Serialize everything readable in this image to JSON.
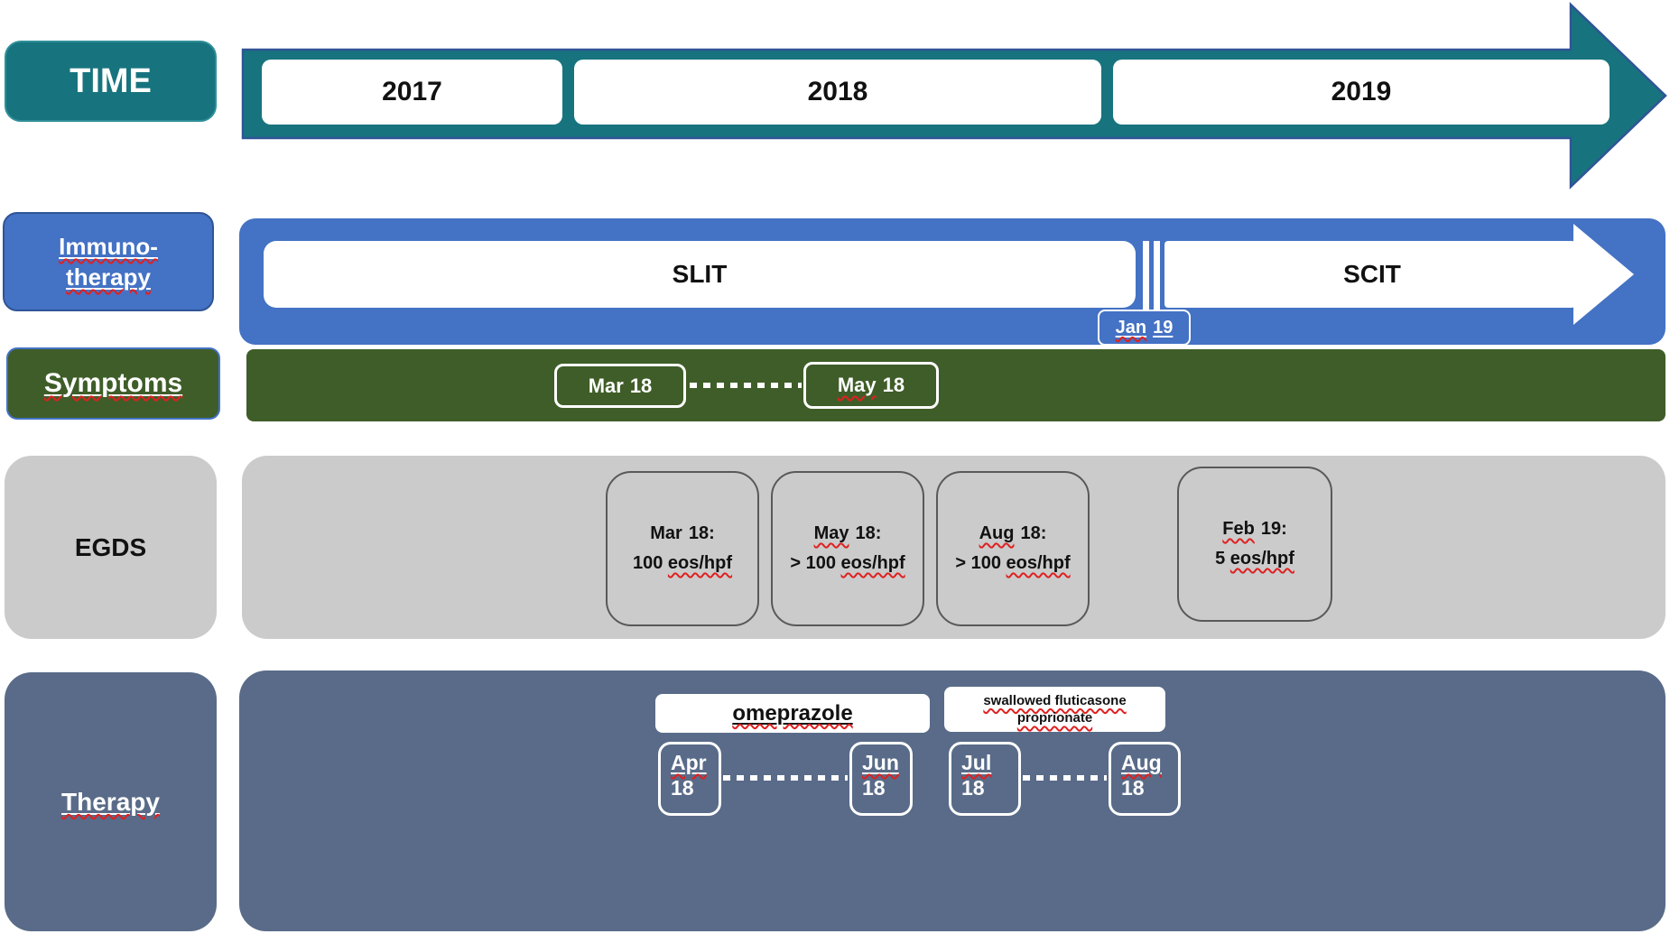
{
  "colors": {
    "teal": "#17747E",
    "blue": "#4472C4",
    "navy_outline": "#2F5496",
    "green": "#3F5D28",
    "gray": "#CBCBCB",
    "gray_border": "#595959",
    "slate": "#596B88",
    "white": "#FFFFFF",
    "squiggle_red": "#E02020"
  },
  "rows": {
    "time": {
      "label": "TIME",
      "years": [
        "2017",
        "2018",
        "2019"
      ]
    },
    "immunotherapy": {
      "label_line1": "Immuno-",
      "label_line2": "therapy",
      "segment1": "SLIT",
      "segment2": "SCIT",
      "switch_marker": {
        "month": "Jan",
        "year": "19"
      }
    },
    "symptoms": {
      "label": "Symptoms",
      "start": {
        "month": "Mar",
        "year": "18"
      },
      "end": {
        "month": "May",
        "year": "18"
      }
    },
    "egds": {
      "label": "EGDS",
      "findings": [
        {
          "month": "Mar",
          "year": "18:",
          "value": "100",
          "unit": "eos/hpf"
        },
        {
          "month": "May",
          "year": "18:",
          "value": "> 100",
          "unit": "eos/hpf"
        },
        {
          "month": "Aug",
          "year": "18:",
          "value": "> 100",
          "unit": "eos/hpf"
        },
        {
          "month": "Feb",
          "year": "19:",
          "value": "5",
          "unit": "eos/hpf"
        }
      ]
    },
    "therapy": {
      "label": "Therapy",
      "medications": [
        {
          "name": "omeprazole",
          "start": {
            "month": "Apr",
            "year": "18"
          },
          "end": {
            "month": "Jun",
            "year": "18"
          }
        },
        {
          "name_line1": "swallowed fluticasone",
          "name_line2": "proprionate",
          "start": {
            "month": "Jul",
            "year": "18"
          },
          "end": {
            "month": "Aug",
            "year": "18"
          }
        }
      ]
    }
  }
}
